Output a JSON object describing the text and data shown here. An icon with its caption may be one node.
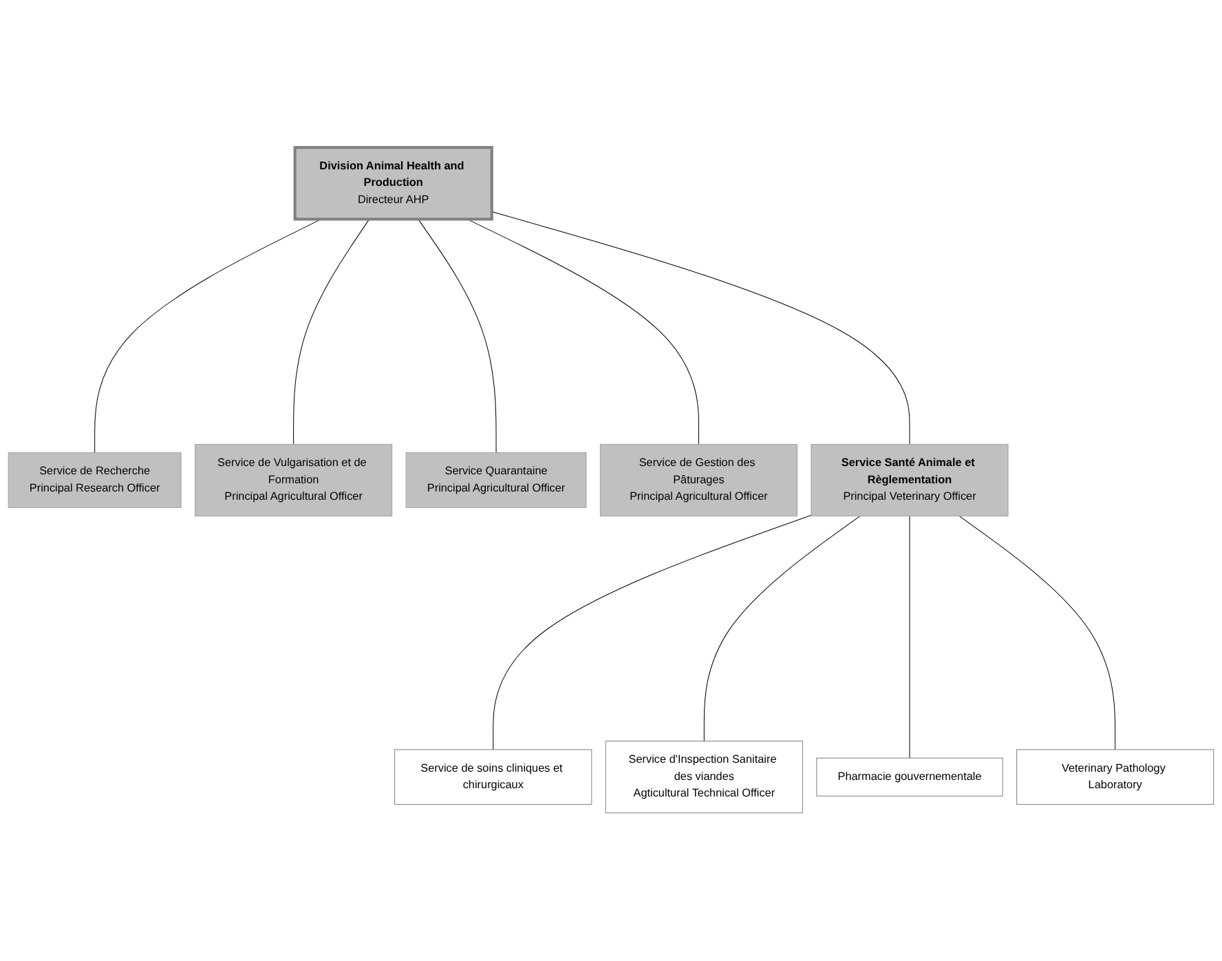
{
  "diagram": {
    "nodes": [
      {
        "text": [
          "Division Animal Health and Production",
          "Directeur AHP"
        ]
      },
      {
        "text": [
          "Service de Recherche",
          "Principal Research Officer"
        ]
      },
      {
        "text": [
          "Service de Vulgarisation et de Formation",
          "Principal Agricultural Officer"
        ]
      },
      {
        "text": [
          "Service Quarantaine",
          "Principal Agricultural Officer"
        ]
      },
      {
        "text": [
          "Service de Gestion des Pâturages",
          "Principal Agricultural Officer"
        ]
      },
      {
        "text": [
          "Service Santé Animale et Règlementation",
          "Principal Veterinary Officer"
        ]
      },
      {
        "text": [
          "Service de soins cliniques et chirurgicaux"
        ]
      },
      {
        "text": [
          "Service d'Inspection Sanitaire des viandes",
          "Agticultural Technical Officer"
        ]
      },
      {
        "text": [
          "Pharmacie gouvernementale"
        ]
      },
      {
        "text": [
          "Veterinary Pathology Laboratory"
        ]
      }
    ],
    "edges": [
      {
        "from": 0,
        "to": 1,
        "arrow": "none"
      },
      {
        "from": 0,
        "to": 2,
        "arrow": "none"
      },
      {
        "from": 0,
        "to": 3,
        "arrow": "none"
      },
      {
        "from": 0,
        "to": 4,
        "arrow": "none"
      },
      {
        "from": 0,
        "to": 5,
        "arrow": "none"
      },
      {
        "from": 5,
        "to": 6,
        "arrow": "none"
      },
      {
        "from": 5,
        "to": 7,
        "arrow": "none"
      },
      {
        "from": 5,
        "to": 8,
        "arrow": "none"
      },
      {
        "from": 5,
        "to": 9,
        "arrow": "none"
      }
    ]
  }
}
